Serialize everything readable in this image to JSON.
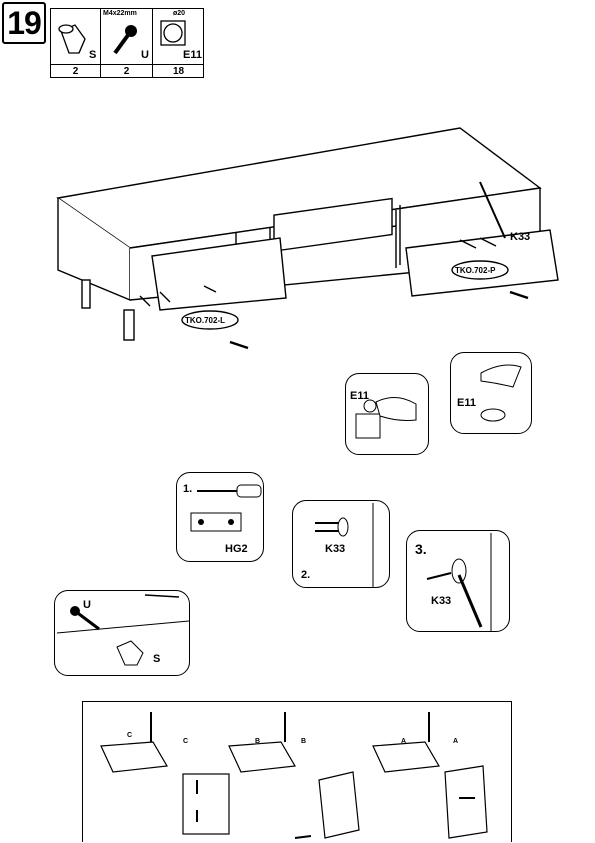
{
  "step_number": "19",
  "parts": [
    {
      "icon": "knob-icon",
      "code": "S",
      "size": "",
      "qty": "2"
    },
    {
      "icon": "screw-icon",
      "code": "U",
      "size": "M4x22mm",
      "qty": "2"
    },
    {
      "icon": "cap-sticker-icon",
      "code": "E11",
      "size": "ø20",
      "qty": "18"
    }
  ],
  "labels": {
    "left_door_tag": "TKO.702-L",
    "right_door_tag": "TKO.702-P",
    "stay_code": "K33",
    "hinge_code": "HG2",
    "cap_code_a": "E11",
    "cap_code_b": "E11",
    "detail_knob_screw": "U",
    "detail_knob": "S",
    "detail_step1": "1.",
    "detail_step2": "2.",
    "detail_step3": "3.",
    "detail_k33_a": "K33",
    "detail_k33_b": "K33",
    "hinge_adj_a": "C",
    "hinge_adj_a2": "C",
    "hinge_adj_b": "B",
    "hinge_adj_b2": "B",
    "hinge_adj_c": "A",
    "hinge_adj_c2": "A"
  }
}
